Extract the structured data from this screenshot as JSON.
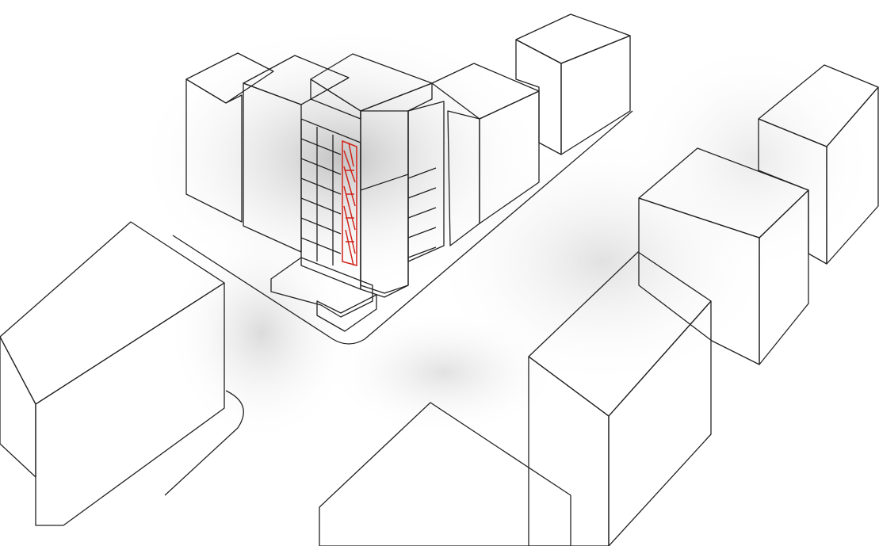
{
  "drawing": {
    "type": "axonometric site diagram",
    "colors": {
      "line": "#222222",
      "roof": "#e4e4e4",
      "face_light": "#f3f3f3",
      "face_dark": "#d2d2d2",
      "shadow": "#c8c8c8",
      "highlight_stair": "#d0231a",
      "background": "#ffffff"
    },
    "elements": [
      "building-bottom-left",
      "building-bottom-right",
      "building-right-middle",
      "building-far-right",
      "building-top-right",
      "building-bottom-center",
      "central-tower",
      "street-edge"
    ]
  }
}
